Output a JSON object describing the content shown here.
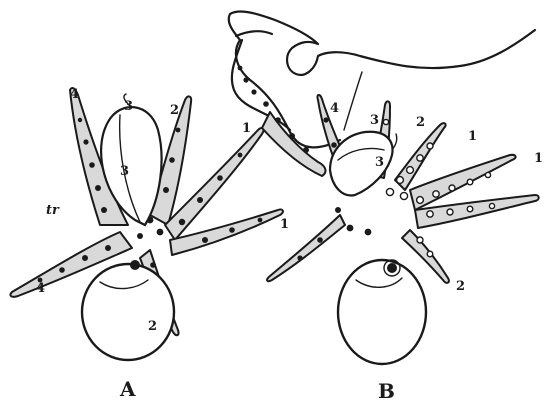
{
  "figure": {
    "panels": [
      {
        "caption": "A",
        "arm_labels": [
          "4",
          "3",
          "2",
          "1",
          "3",
          "1",
          "2",
          "4"
        ],
        "annotation": "tr"
      },
      {
        "caption": "B",
        "arm_labels": [
          "4",
          "3",
          "2",
          "1",
          "3",
          "1",
          "2"
        ]
      }
    ]
  }
}
